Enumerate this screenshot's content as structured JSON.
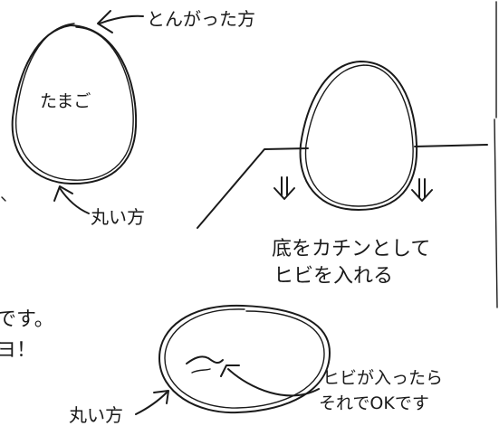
{
  "labels": {
    "egg": "たまご",
    "pointed_end": "とんがった方",
    "round_end_top": "丸い方",
    "round_end_bottom": "丸い方",
    "instruction_line1": "底をカチンとして",
    "instruction_line2": "ヒビを入れる",
    "result_line1": "ヒビが入ったら",
    "result_line2": "それでOKです",
    "edge_text_line1": "です。",
    "edge_text_line2": "ヨ！"
  },
  "colors": {
    "ink": "#1a1a1a",
    "paper": "#ffffff"
  }
}
